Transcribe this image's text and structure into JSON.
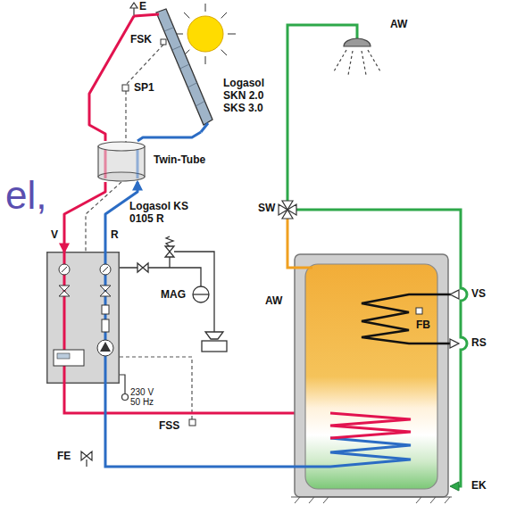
{
  "diagram": {
    "nodes": [
      {
        "text": [
          "Logasol SKN 2.0 SKS 3.0"
        ]
      },
      {
        "text": [
          "Twin-Tube"
        ]
      },
      {
        "text": [
          "Logasol KS 0105 R"
        ]
      }
    ],
    "edges": [
      {
        "from": 0,
        "to": 1,
        "arrow": "none"
      },
      {
        "from": 0,
        "to": 1,
        "arrow": "none"
      },
      {
        "from": 1,
        "to": 2,
        "arrow": "to"
      },
      {
        "from": 2,
        "to": 1,
        "arrow": "to"
      }
    ],
    "labels": [
      "E",
      "FSK",
      "SP1",
      "AW",
      "SW",
      "el,",
      "V",
      "R",
      "MAG",
      "AW",
      "VS",
      "FB",
      "RS",
      "230 V 50 Hz",
      "FSS",
      "FE",
      "EK"
    ]
  }
}
